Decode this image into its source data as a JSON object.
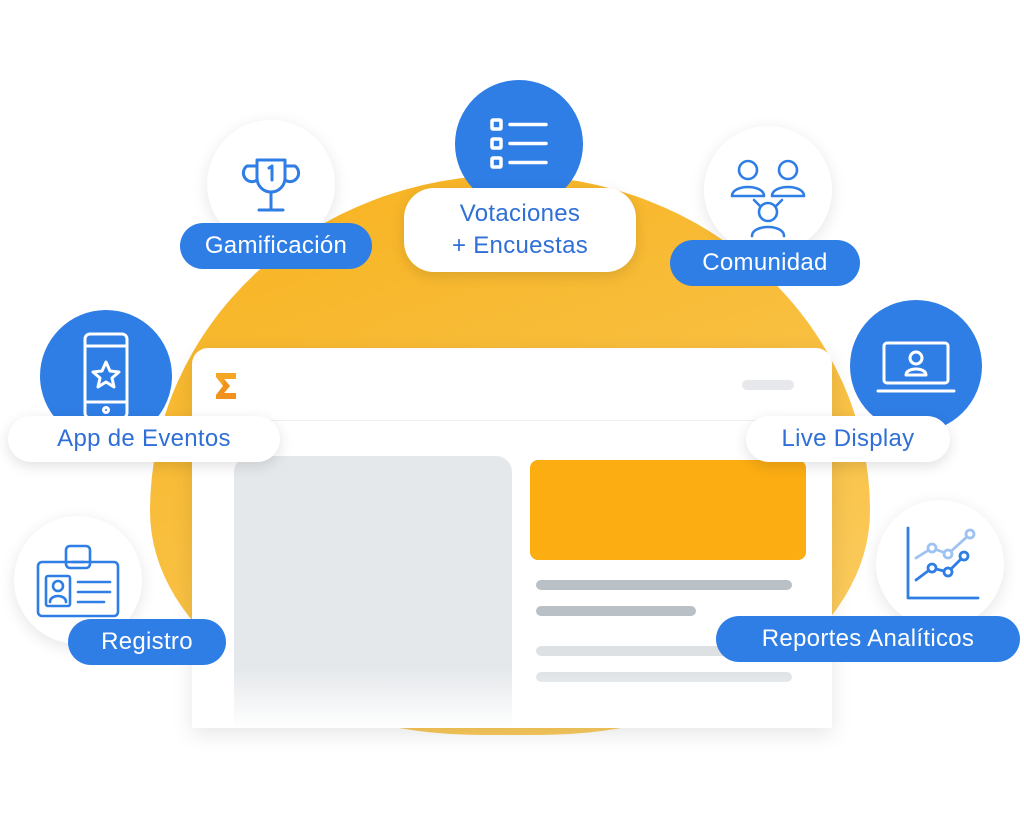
{
  "colors": {
    "accent_blue": "#2f7ee6",
    "label_text_blue": "#2f6fd6",
    "yellow": "#f7b21e",
    "hero_orange": "#fbad12"
  },
  "features": {
    "gamificacion": {
      "label": "Gamificación",
      "icon": "trophy-icon"
    },
    "votaciones": {
      "line1": "Votaciones",
      "line2": "+ Encuestas",
      "icon": "checklist-icon"
    },
    "comunidad": {
      "label": "Comunidad",
      "icon": "community-icon"
    },
    "app_eventos": {
      "label": "App de Eventos",
      "icon": "mobile-app-icon"
    },
    "live_display": {
      "label": "Live Display",
      "icon": "monitor-user-icon"
    },
    "registro": {
      "label": "Registro",
      "icon": "badge-id-icon"
    },
    "reportes": {
      "label": "Reportes Analíticos",
      "icon": "line-chart-icon"
    }
  },
  "browser": {
    "logo_icon": "eventbrite-logo-icon"
  }
}
